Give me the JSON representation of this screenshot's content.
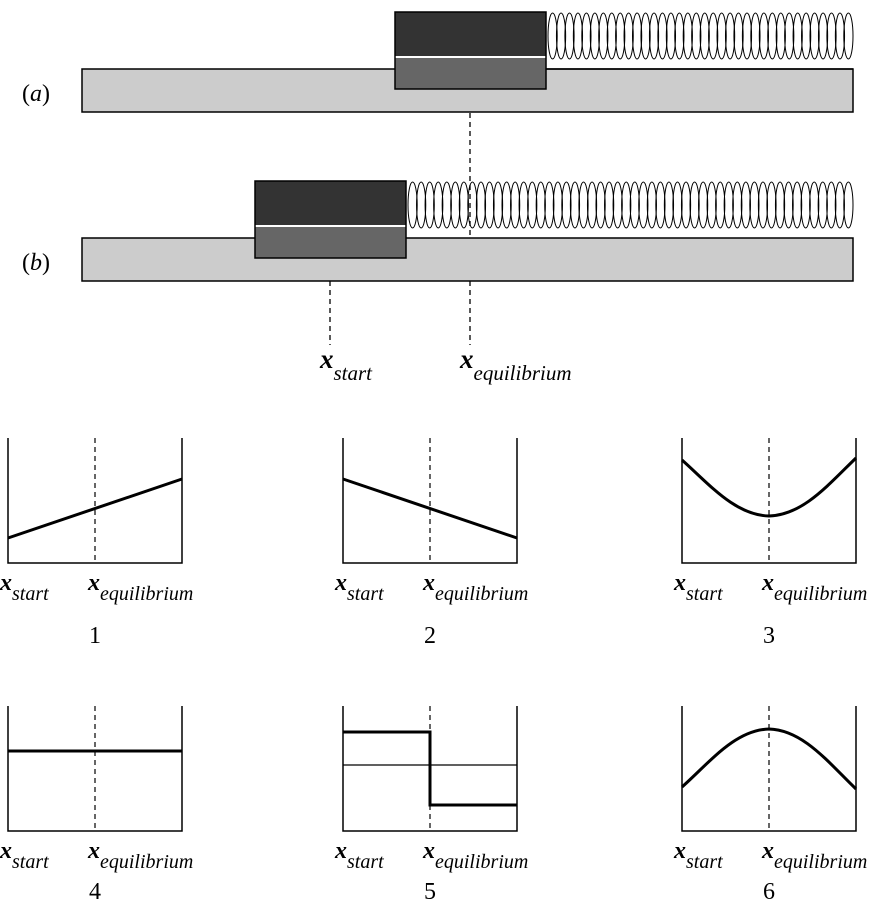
{
  "setup": {
    "panel_a": "(a)",
    "panel_b": "(b)",
    "x_symbol": "x",
    "start_sub": "start",
    "equilibrium_sub": "equilibrium"
  },
  "graphs": [
    {
      "number": "1",
      "x_left_symbol": "x",
      "x_left_sub": "start",
      "x_mid_symbol": "x",
      "x_mid_sub": "equilibrium"
    },
    {
      "number": "2",
      "x_left_symbol": "x",
      "x_left_sub": "start",
      "x_mid_symbol": "x",
      "x_mid_sub": "equilibrium"
    },
    {
      "number": "3",
      "x_left_symbol": "x",
      "x_left_sub": "start",
      "x_mid_symbol": "x",
      "x_mid_sub": "equilibrium"
    },
    {
      "number": "4",
      "x_left_symbol": "x",
      "x_left_sub": "start",
      "x_mid_symbol": "x",
      "x_mid_sub": "equilibrium"
    },
    {
      "number": "5",
      "x_left_symbol": "x",
      "x_left_sub": "start",
      "x_mid_symbol": "x",
      "x_mid_sub": "equilibrium"
    },
    {
      "number": "6",
      "x_left_symbol": "x",
      "x_left_sub": "start",
      "x_mid_symbol": "x",
      "x_mid_sub": "equilibrium"
    }
  ],
  "colors": {
    "surface": "#cccccc",
    "block_top": "#333333",
    "block_bottom": "#666666",
    "line": "#000000"
  }
}
